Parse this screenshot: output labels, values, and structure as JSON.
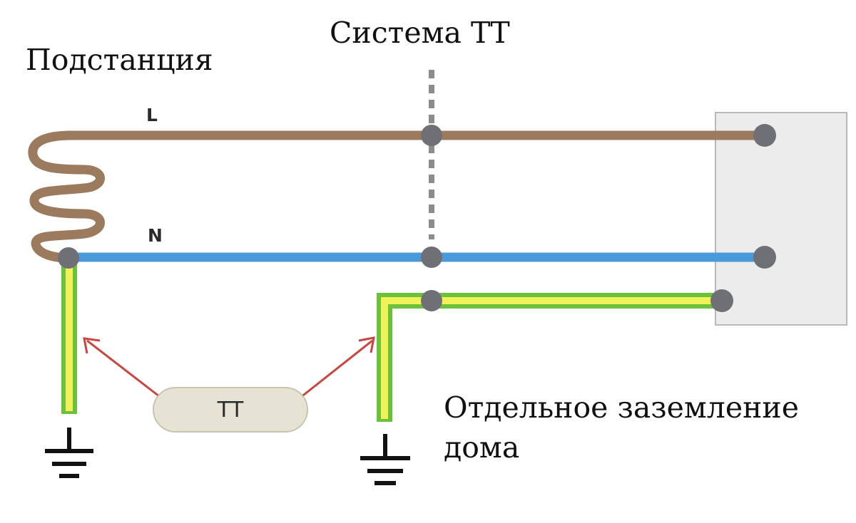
{
  "title": "Система ТТ",
  "substation_label": "Подстанция",
  "wire_labels": {
    "line": "L",
    "neutral": "N"
  },
  "tt_badge": "ТТ",
  "separate_grounding": {
    "line1": "Отдельное заземление",
    "line2": "дома"
  },
  "colors": {
    "line_wire": "#9b7a5d",
    "neutral_wire": "#4a9ad9",
    "earth_green": "#6cc13a",
    "earth_yellow": "#f1f25a",
    "terminal": "#6f7075",
    "boundary": "#8c8c8c",
    "arrow": "#c8463f",
    "consumer_box": "#ececec"
  },
  "icons": [
    "ground-symbol-icon",
    "arrow-icon",
    "coil-icon"
  ]
}
